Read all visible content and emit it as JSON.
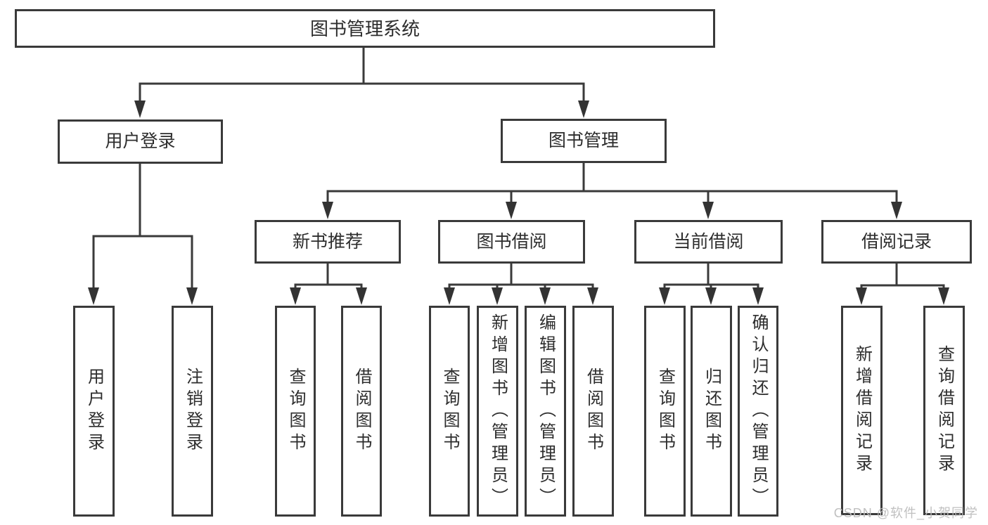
{
  "diagram_title": "图书管理系统",
  "colors": {
    "line": "#3a3a3a",
    "box_border": "#3a3a3a",
    "box_fill": "#ffffff",
    "text": "#2d2d2d",
    "watermark": "#bdbdbd"
  },
  "watermark": {
    "text": "CSDN @软件_小贺同学"
  },
  "tree": {
    "root": {
      "label": "图书管理系统"
    },
    "branches": [
      {
        "label": "用户登录",
        "leaves": [
          {
            "label": "用户登录"
          },
          {
            "label": "注销登录"
          }
        ]
      },
      {
        "label": "图书管理",
        "groups": [
          {
            "label": "新书推荐",
            "leaves": [
              {
                "label": "查询图书"
              },
              {
                "label": "借阅图书"
              }
            ]
          },
          {
            "label": "图书借阅",
            "leaves": [
              {
                "label": "查询图书"
              },
              {
                "label": "新增图书（管理员）"
              },
              {
                "label": "编辑图书（管理员）"
              },
              {
                "label": "借阅图书"
              }
            ]
          },
          {
            "label": "当前借阅",
            "leaves": [
              {
                "label": "查询图书"
              },
              {
                "label": "归还图书"
              },
              {
                "label": "确认归还（管理员）"
              }
            ]
          },
          {
            "label": "借阅记录",
            "leaves": [
              {
                "label": "新增借阅记录"
              },
              {
                "label": "查询借阅记录"
              }
            ]
          }
        ]
      }
    ]
  }
}
